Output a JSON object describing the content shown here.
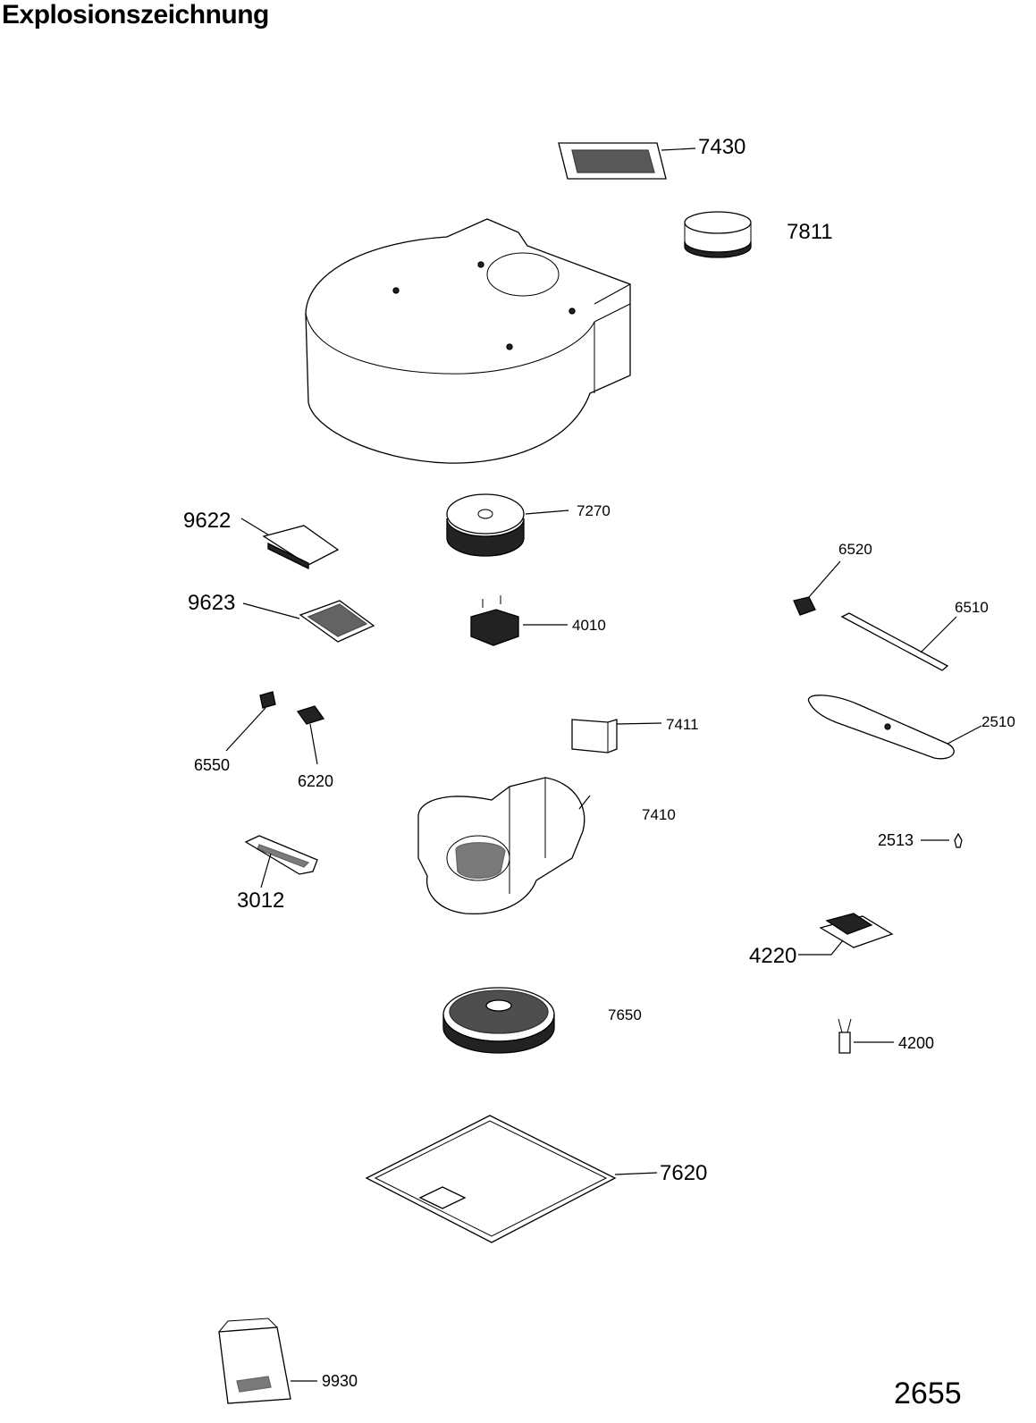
{
  "title": "Explosionszeichnung",
  "drawing_number": "2655",
  "parts": [
    {
      "id": "7430",
      "label": "7430"
    },
    {
      "id": "7811",
      "label": "7811"
    },
    {
      "id": "9622",
      "label": "9622"
    },
    {
      "id": "7270",
      "label": "7270"
    },
    {
      "id": "6520",
      "label": "6520"
    },
    {
      "id": "9623",
      "label": "9623"
    },
    {
      "id": "4010",
      "label": "4010"
    },
    {
      "id": "6510",
      "label": "6510"
    },
    {
      "id": "2510",
      "label": "2510"
    },
    {
      "id": "6550",
      "label": "6550"
    },
    {
      "id": "6220",
      "label": "6220"
    },
    {
      "id": "7411",
      "label": "7411"
    },
    {
      "id": "7410",
      "label": "7410"
    },
    {
      "id": "2513",
      "label": "2513"
    },
    {
      "id": "3012",
      "label": "3012"
    },
    {
      "id": "4220",
      "label": "4220"
    },
    {
      "id": "7650",
      "label": "7650"
    },
    {
      "id": "4200",
      "label": "4200"
    },
    {
      "id": "7620",
      "label": "7620"
    },
    {
      "id": "9930",
      "label": "9930"
    }
  ]
}
